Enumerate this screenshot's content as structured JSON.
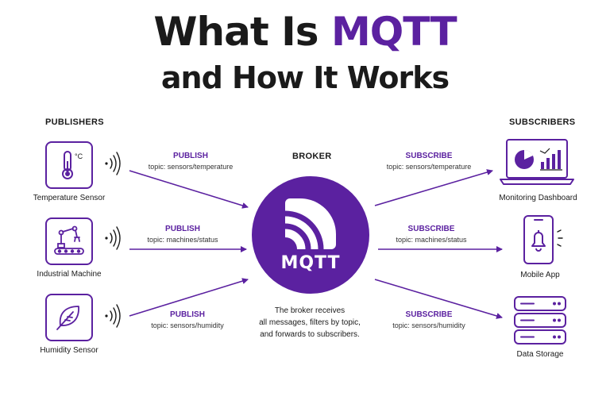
{
  "title": {
    "line1_prefix": "What Is ",
    "line1_accent": "MQTT",
    "line2": "and How It Works"
  },
  "publishers": {
    "heading": "PUBLISHERS",
    "items": [
      {
        "label": "Temperature Sensor",
        "icon": "thermometer-icon",
        "unit": "°C"
      },
      {
        "label": "Industrial Machine",
        "icon": "robot-arm-icon"
      },
      {
        "label": "Humidity Sensor",
        "icon": "leaf-icon"
      }
    ]
  },
  "publish_flows": [
    {
      "action": "PUBLISH",
      "topic": "topic: sensors/temperature"
    },
    {
      "action": "PUBLISH",
      "topic": "topic: machines/status"
    },
    {
      "action": "PUBLISH",
      "topic": "topic: sensors/humidity"
    }
  ],
  "broker": {
    "heading": "BROKER",
    "logo_text": "MQTT",
    "description_lines": [
      "The broker receives",
      "all messages, filters by topic,",
      "and forwards to subscribers."
    ]
  },
  "subscribe_flows": [
    {
      "action": "SUBSCRIBE",
      "topic": "topic: sensors/temperature"
    },
    {
      "action": "SUBSCRIBE",
      "topic": "topic: machines/status"
    },
    {
      "action": "SUBSCRIBE",
      "topic": "topic: sensors/humidity"
    }
  ],
  "subscribers": {
    "heading": "SUBSCRIBERS",
    "items": [
      {
        "label": "Monitoring Dashboard",
        "icon": "laptop-dashboard-icon"
      },
      {
        "label": "Mobile App",
        "icon": "mobile-bell-icon"
      },
      {
        "label": "Data Storage",
        "icon": "server-stack-icon"
      }
    ]
  },
  "colors": {
    "accent": "#5b21a0",
    "text": "#1a1a1a",
    "background": "#ffffff"
  }
}
